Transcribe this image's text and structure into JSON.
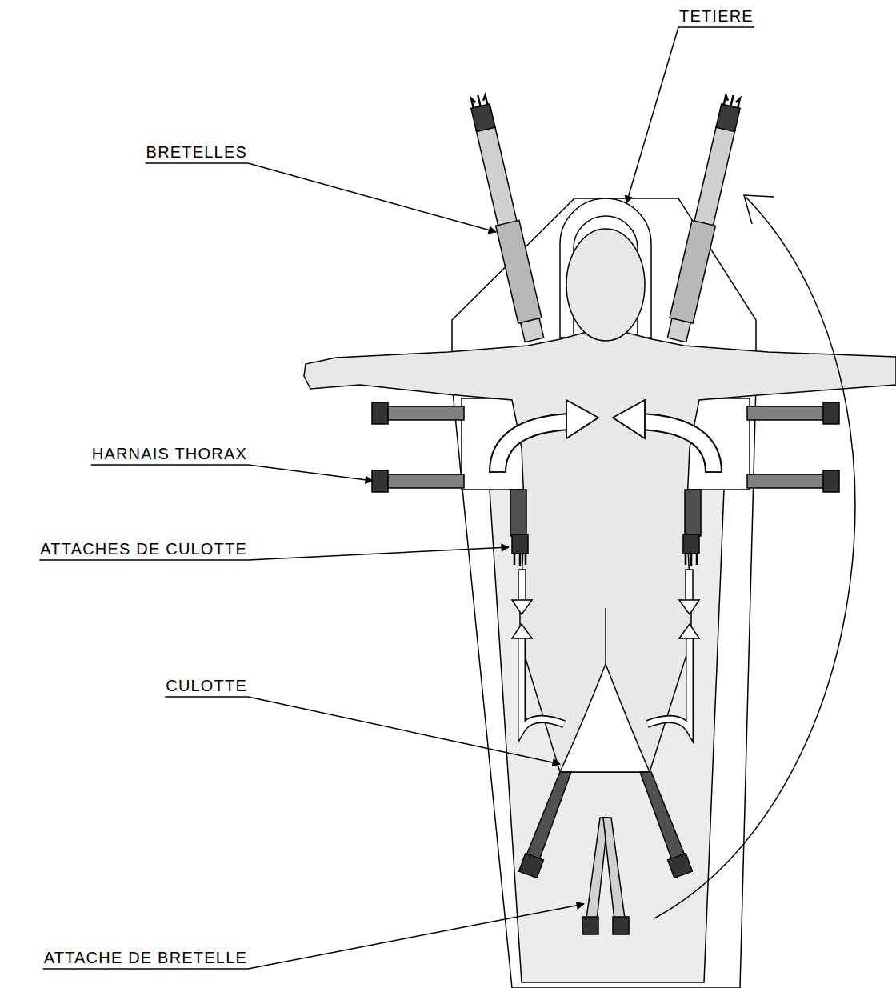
{
  "diagram": {
    "labels": [
      "TETIERE",
      "BRETELLES",
      "HARNAIS THORAX",
      "ATTACHES DE CULOTTE",
      "CULOTTE",
      "ATTACHE DE BRETELLE"
    ]
  }
}
